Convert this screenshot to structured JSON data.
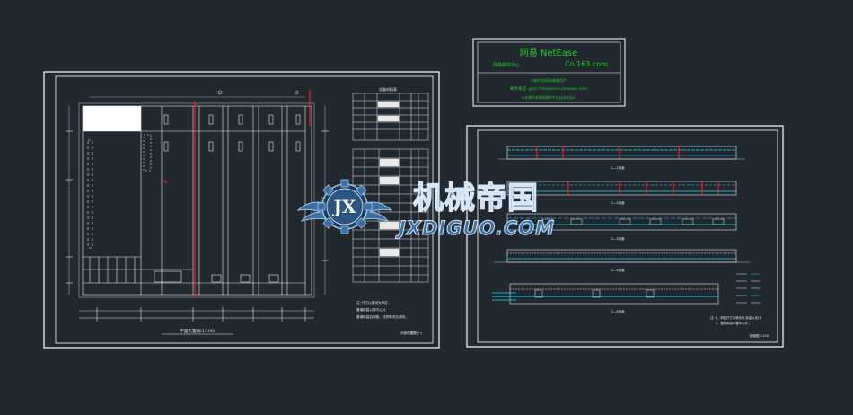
{
  "watermark": {
    "name_cn": "机械帝国",
    "name_en": "JXDIGUO.COM",
    "logo_letters": "JX"
  },
  "netease_box": {
    "title": "网易 NetEase",
    "left_label": "网易邮件中心",
    "domain": "Co.163.com",
    "line2": "本邮件由网易邮箱用户",
    "email_line": "邮件来自: gzcc-fileservice.netease.com",
    "footer_line": "※本邮件由网易邮件中心自动发送※"
  },
  "left_sheet": {
    "plan_title": "平面布置图(1:100)",
    "side_title": "设备材料表",
    "notes_title": "注: 尺寸以毫米为单位,",
    "notes_line2": "管道标高以管中心计,",
    "notes_line3": "管道标高及坡度、材质等详见说明。",
    "sheet_label": "平面布置图(一)"
  },
  "right_sheet": {
    "section_labels": [
      "1—1剖面",
      "2—2剖面",
      "3—3剖面",
      "4—4剖面",
      "5—5剖面"
    ],
    "notes_line1": "注: 1、本图尺寸以毫米计,标高以米计,",
    "notes_line2": "2、管线标高以管中心计。",
    "sheet_label": "剖面图(1:100)"
  },
  "colors": {
    "background": "#212830",
    "frame": "#ffffff",
    "drawing": "#e8e8e8",
    "cyan": "#22d3ee",
    "red": "#ff2222",
    "netease_green": "#22cc22",
    "watermark_blue": "#3a6ea5"
  }
}
